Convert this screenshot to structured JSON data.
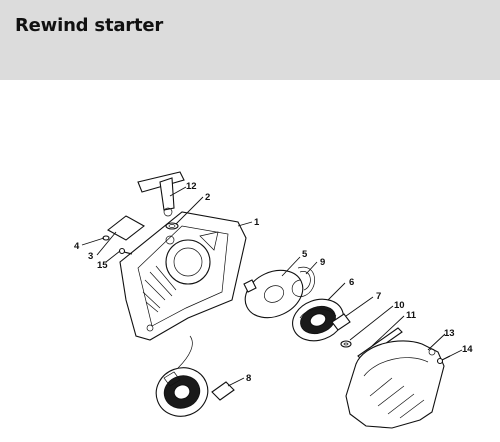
{
  "header": {
    "title": "Rewind starter"
  },
  "callouts": {
    "c1": "1",
    "c2": "2",
    "c3": "3",
    "c4": "4",
    "c5": "5",
    "c6": "6",
    "c7": "7",
    "c8": "8",
    "c9": "9",
    "c10": "10",
    "c11": "11",
    "c12": "12",
    "c13": "13",
    "c14": "14",
    "c15": "15"
  }
}
